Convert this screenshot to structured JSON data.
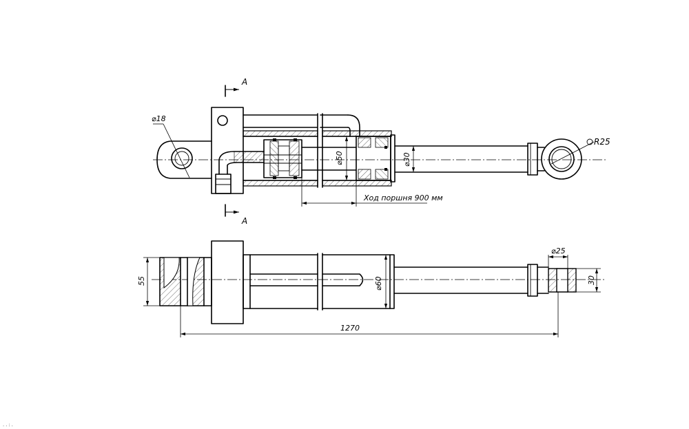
{
  "labels": {
    "section_mark_top": "A",
    "section_mark_bottom": "A",
    "diam_eye_hole": "⌀18",
    "radius_rod_eye": "R25",
    "diam_piston": "⌀50",
    "diam_rod": "⌀30",
    "stroke_note": "Ход поршня 900 мм",
    "height_left": "55",
    "diam_cylinder": "⌀60",
    "diam_eye_bottom": "⌀25",
    "height_eye_bottom": "30",
    "overall_length": "1270"
  },
  "corner_mark": "..:."
}
